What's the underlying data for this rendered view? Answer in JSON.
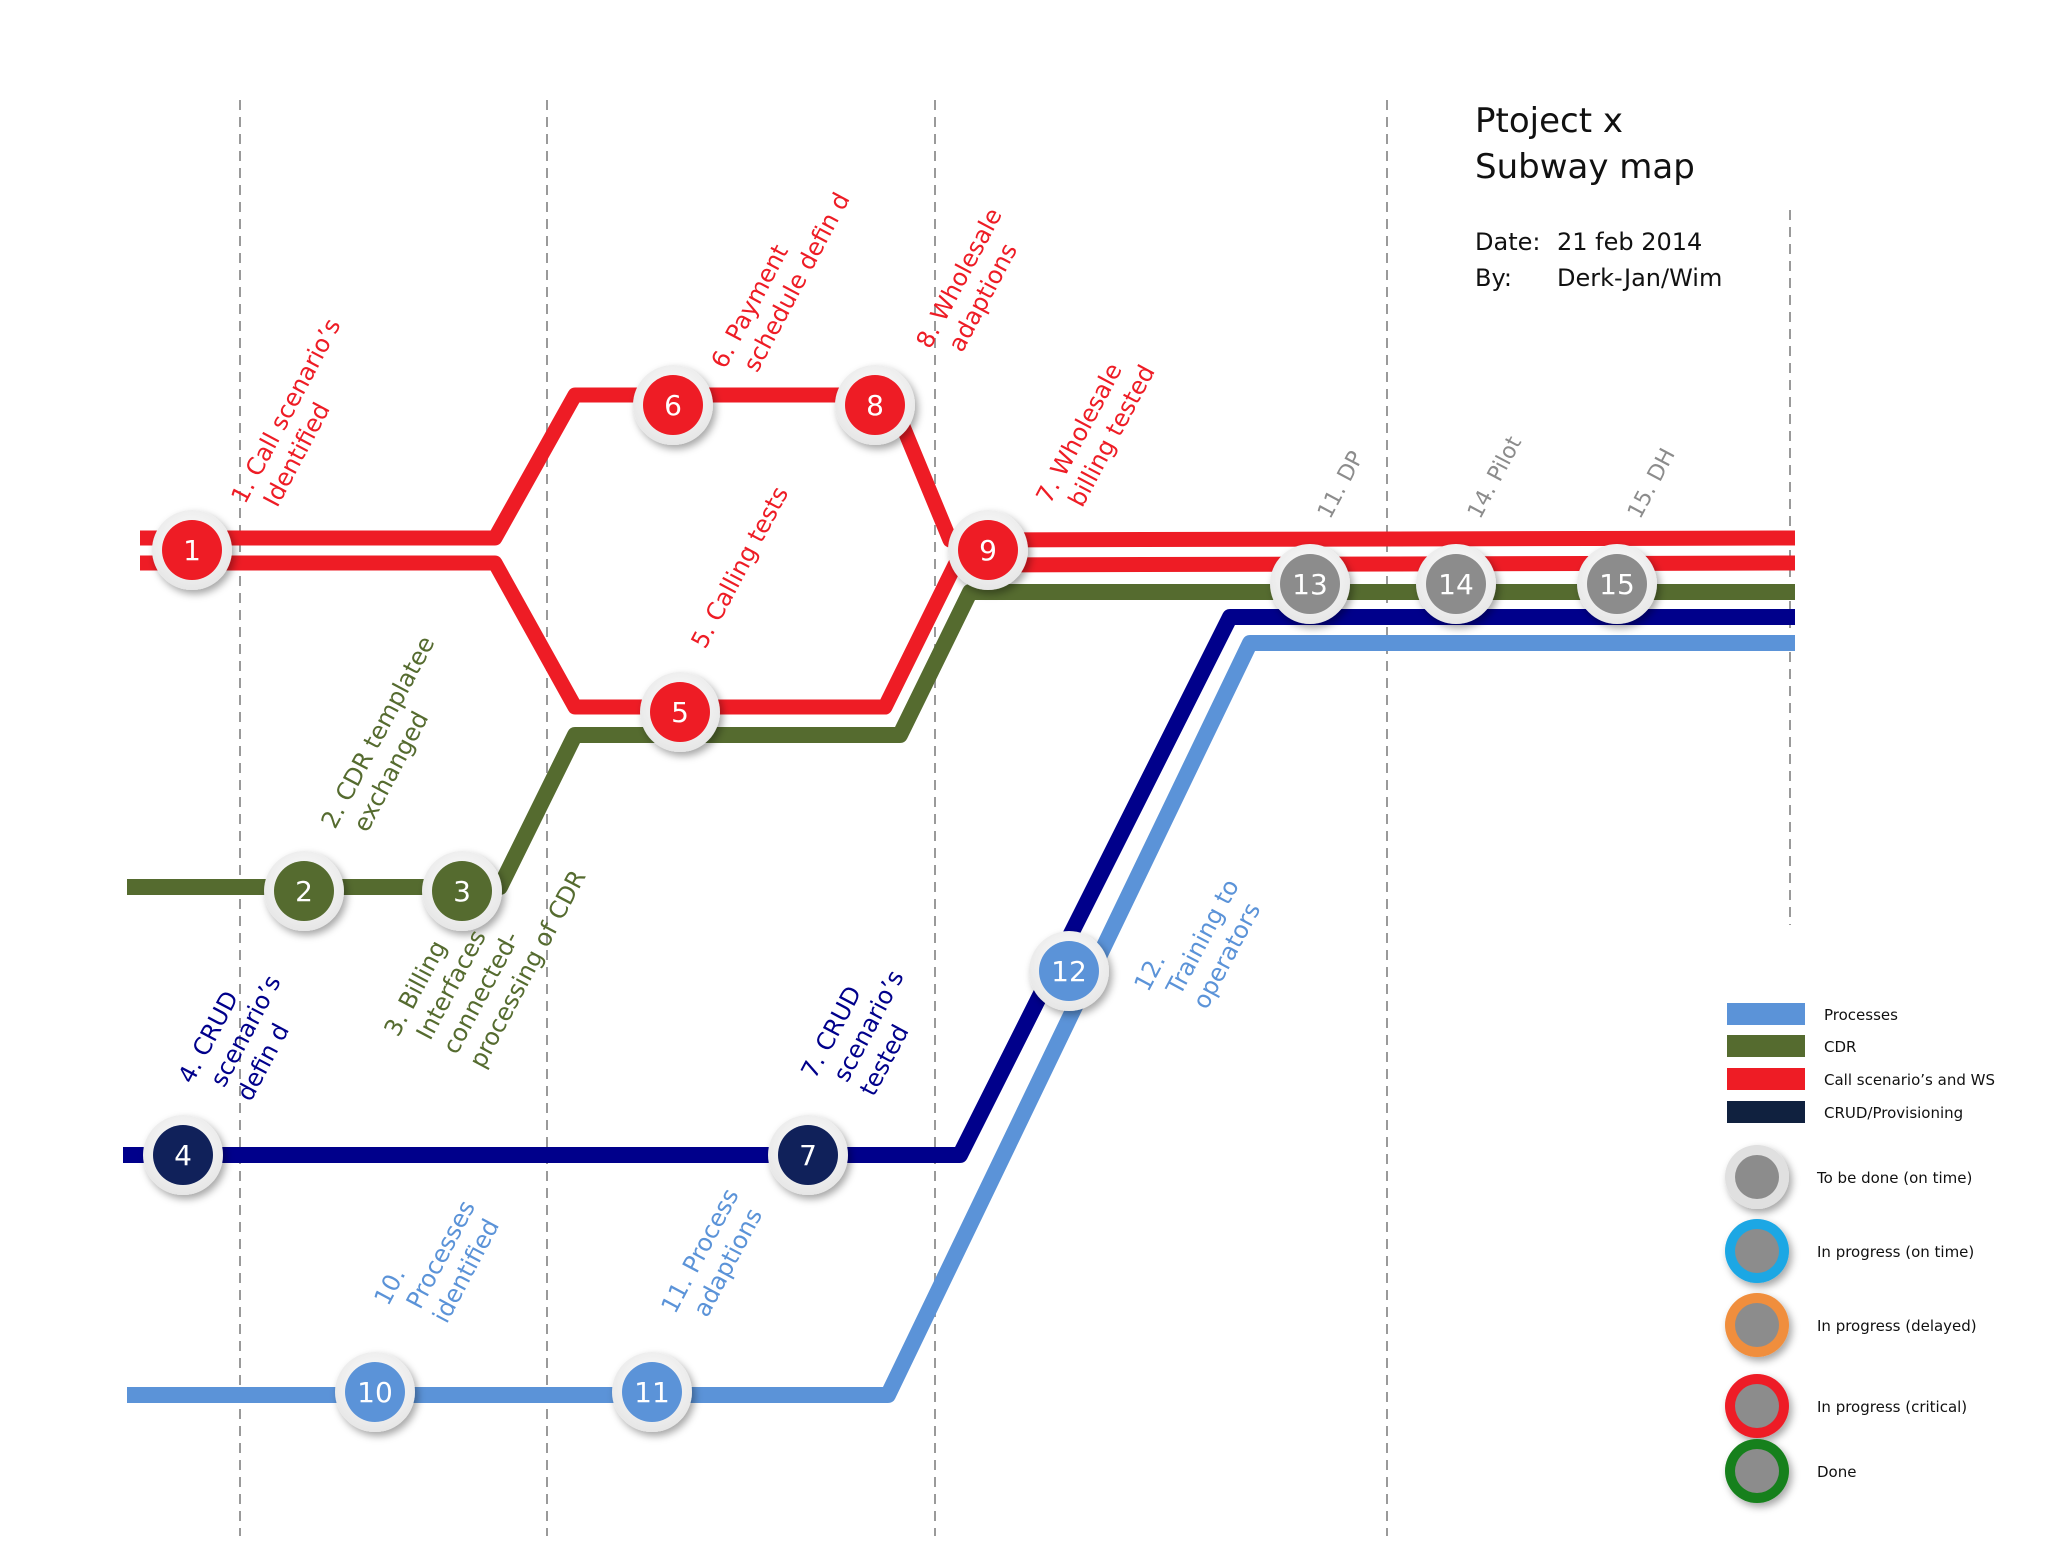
{
  "header": {
    "title_line1": "Ptoject x",
    "title_line2": "Subway map",
    "date_label": "Date:",
    "date_value": "21 feb 2014",
    "by_label": "By:",
    "by_value": "Derk-Jan/Wim"
  },
  "colors": {
    "call": "#ee1c25",
    "cdr": "#556b2f",
    "crud": "#00008b",
    "processes": "#5b93d8",
    "crud_legend": "#10213f",
    "node_gray": "#8c8c8c",
    "status_todo": "#e0e0e0",
    "status_on_time": "#1ba7e4",
    "status_delayed": "#f08e3c",
    "status_critical": "#ee1c25",
    "status_done": "#15801a"
  },
  "stations": [
    {
      "id": "1",
      "line": "call"
    },
    {
      "id": "6",
      "line": "call"
    },
    {
      "id": "8",
      "line": "call"
    },
    {
      "id": "9",
      "line": "call"
    },
    {
      "id": "5",
      "line": "call"
    },
    {
      "id": "2",
      "line": "cdr"
    },
    {
      "id": "3",
      "line": "cdr"
    },
    {
      "id": "4",
      "line": "crud"
    },
    {
      "id": "7",
      "line": "crud"
    },
    {
      "id": "10",
      "line": "processes"
    },
    {
      "id": "11",
      "line": "processes"
    },
    {
      "id": "12",
      "line": "processes"
    },
    {
      "id": "13",
      "line": "gray"
    },
    {
      "id": "14",
      "line": "gray"
    },
    {
      "id": "15",
      "line": "gray"
    }
  ],
  "labels": [
    {
      "lines": [
        "1. Call scenario’s",
        "Identified"
      ],
      "line": "call"
    },
    {
      "lines": [
        "6. Payment",
        "schedule defin d"
      ],
      "line": "call"
    },
    {
      "lines": [
        "8. Wholesale",
        "adaptions"
      ],
      "line": "call"
    },
    {
      "lines": [
        "7. Wholesale",
        "billing tested"
      ],
      "line": "call"
    },
    {
      "lines": [
        "5. Calling tests"
      ],
      "line": "call"
    },
    {
      "lines": [
        "2. CDR templatee",
        "exchanged"
      ],
      "line": "cdr"
    },
    {
      "lines": [
        "3. Billing",
        "Interfaces",
        "connected-",
        "processing of CDR"
      ],
      "line": "cdr"
    },
    {
      "lines": [
        "4. CRUD",
        "scenario’s",
        "defin d"
      ],
      "line": "crud"
    },
    {
      "lines": [
        "7. CRUD",
        "scenario’s",
        "tested"
      ],
      "line": "crud"
    },
    {
      "lines": [
        "10.",
        "Processes",
        "identified"
      ],
      "line": "processes"
    },
    {
      "lines": [
        "11. Process",
        "adaptions"
      ],
      "line": "processes"
    },
    {
      "lines": [
        "12.",
        "Training to",
        "operators"
      ],
      "line": "processes"
    },
    {
      "lines": [
        "11. DP"
      ],
      "line": "gray"
    },
    {
      "lines": [
        "14. Pilot"
      ],
      "line": "gray"
    },
    {
      "lines": [
        "15. DH"
      ],
      "line": "gray"
    }
  ],
  "legend": {
    "lines": [
      {
        "label": "Processes",
        "color": "#5b93d8"
      },
      {
        "label": "CDR",
        "color": "#556b2f"
      },
      {
        "label": "Call scenario’s and WS",
        "color": "#ee1c25"
      },
      {
        "label": "CRUD/Provisioning",
        "color": "#10213f"
      }
    ],
    "statuses": [
      {
        "label": "To be done (on time)",
        "ring": "#e0e0e0"
      },
      {
        "label": "In progress (on time)",
        "ring": "#1ba7e4"
      },
      {
        "label": "In progress (delayed)",
        "ring": "#f08e3c"
      },
      {
        "label": "In progress (critical)",
        "ring": "#ee1c25"
      },
      {
        "label": "Done",
        "ring": "#15801a"
      }
    ]
  }
}
